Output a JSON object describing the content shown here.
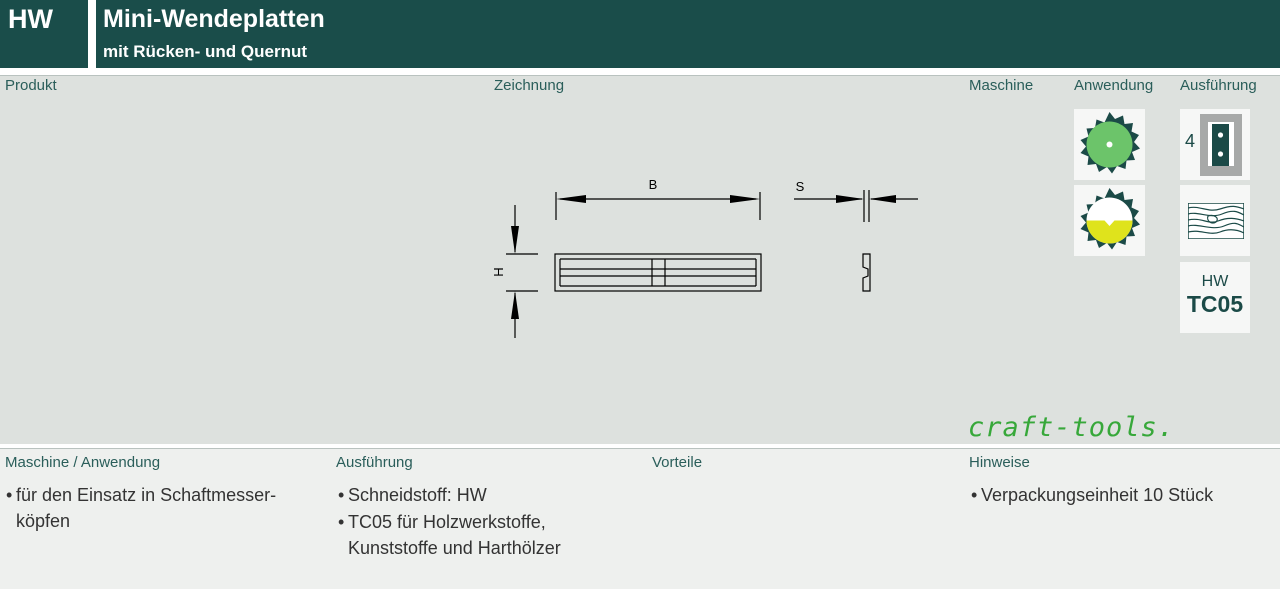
{
  "header": {
    "code": "HW",
    "title": "Mini-Wendeplatten",
    "subtitle": "mit Rücken- und Quernut"
  },
  "top_columns": {
    "produkt": "Produkt",
    "zeichnung": "Zeichnung",
    "maschine": "Maschine",
    "anwendung": "Anwendung",
    "ausfuehrung": "Ausführung"
  },
  "drawing": {
    "label_b": "B",
    "label_s": "S",
    "label_h": "H"
  },
  "icons": {
    "anwendung_1": "saw-blade-green-icon",
    "anwendung_2": "saw-blade-yellow-icon",
    "ausfuehrung_count": "4",
    "ausfuehrung_wood": "wood-grain-icon",
    "material_top": "HW",
    "material_bottom": "TC05"
  },
  "colors": {
    "header_bg": "#1a4d4a",
    "label_text": "#2a5e5a",
    "brand_green": "#37a83a"
  },
  "logo": "craft-tools.",
  "bottom_columns": {
    "maschine": {
      "label": "Maschine / Anwendung",
      "bullets": [
        [
          "für den Einsatz in Schaftmesser-",
          "köpfen"
        ]
      ]
    },
    "ausfuehrung": {
      "label": "Ausführung",
      "bullets": [
        [
          "Schneidstoff: HW"
        ],
        [
          "TC05 für Holzwerkstoffe,",
          "Kunststoffe und Harthölzer"
        ]
      ]
    },
    "vorteile": {
      "label": "Vorteile",
      "bullets": []
    },
    "hinweise": {
      "label": "Hinweise",
      "bullets": [
        [
          "Verpackungseinheit 10 Stück"
        ]
      ]
    }
  }
}
